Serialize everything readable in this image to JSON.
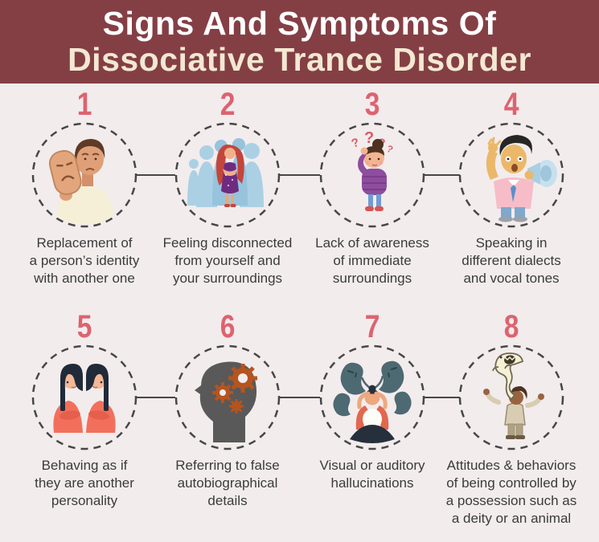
{
  "header": {
    "title_line1": "Signs And Symptoms Of",
    "title_line2": "Dissociative Trance Disorder"
  },
  "theme": {
    "header_bg": "#843F45",
    "title1_color": "#FFFFFF",
    "title2_color": "#F3E8D2",
    "background": "#F2ECED",
    "number_color": "#DD6370",
    "caption_color": "#3B3B3B",
    "stroke_color": "#474747"
  },
  "items": [
    {
      "number": "1",
      "icon": "identity-mask-icon",
      "caption_lines": [
        "Replacement of",
        "a person’s identity",
        "with another one"
      ]
    },
    {
      "number": "2",
      "icon": "crowd-disconnection-icon",
      "caption_lines": [
        "Feeling disconnected",
        "from yourself and",
        "your surroundings"
      ]
    },
    {
      "number": "3",
      "icon": "confused-person-icon",
      "caption_lines": [
        "Lack of awareness",
        "of immediate",
        "surroundings"
      ]
    },
    {
      "number": "4",
      "icon": "megaphone-announcer-icon",
      "caption_lines": [
        "Speaking in",
        "different dialects",
        "and vocal tones"
      ]
    },
    {
      "number": "5",
      "icon": "mirrored-women-icon",
      "caption_lines": [
        "Behaving as if",
        "they are another",
        "personality"
      ]
    },
    {
      "number": "6",
      "icon": "head-gears-icon",
      "caption_lines": [
        "Referring to false",
        "autobiographical",
        "details"
      ]
    },
    {
      "number": "7",
      "icon": "hallucination-ghosts-icon",
      "caption_lines": [
        "Visual or auditory",
        "hallucinations"
      ]
    },
    {
      "number": "8",
      "icon": "possession-spirit-icon",
      "caption_lines": [
        "Attitudes & behaviors",
        "of being controlled by",
        "a possession such as",
        "a deity or an animal"
      ]
    }
  ]
}
